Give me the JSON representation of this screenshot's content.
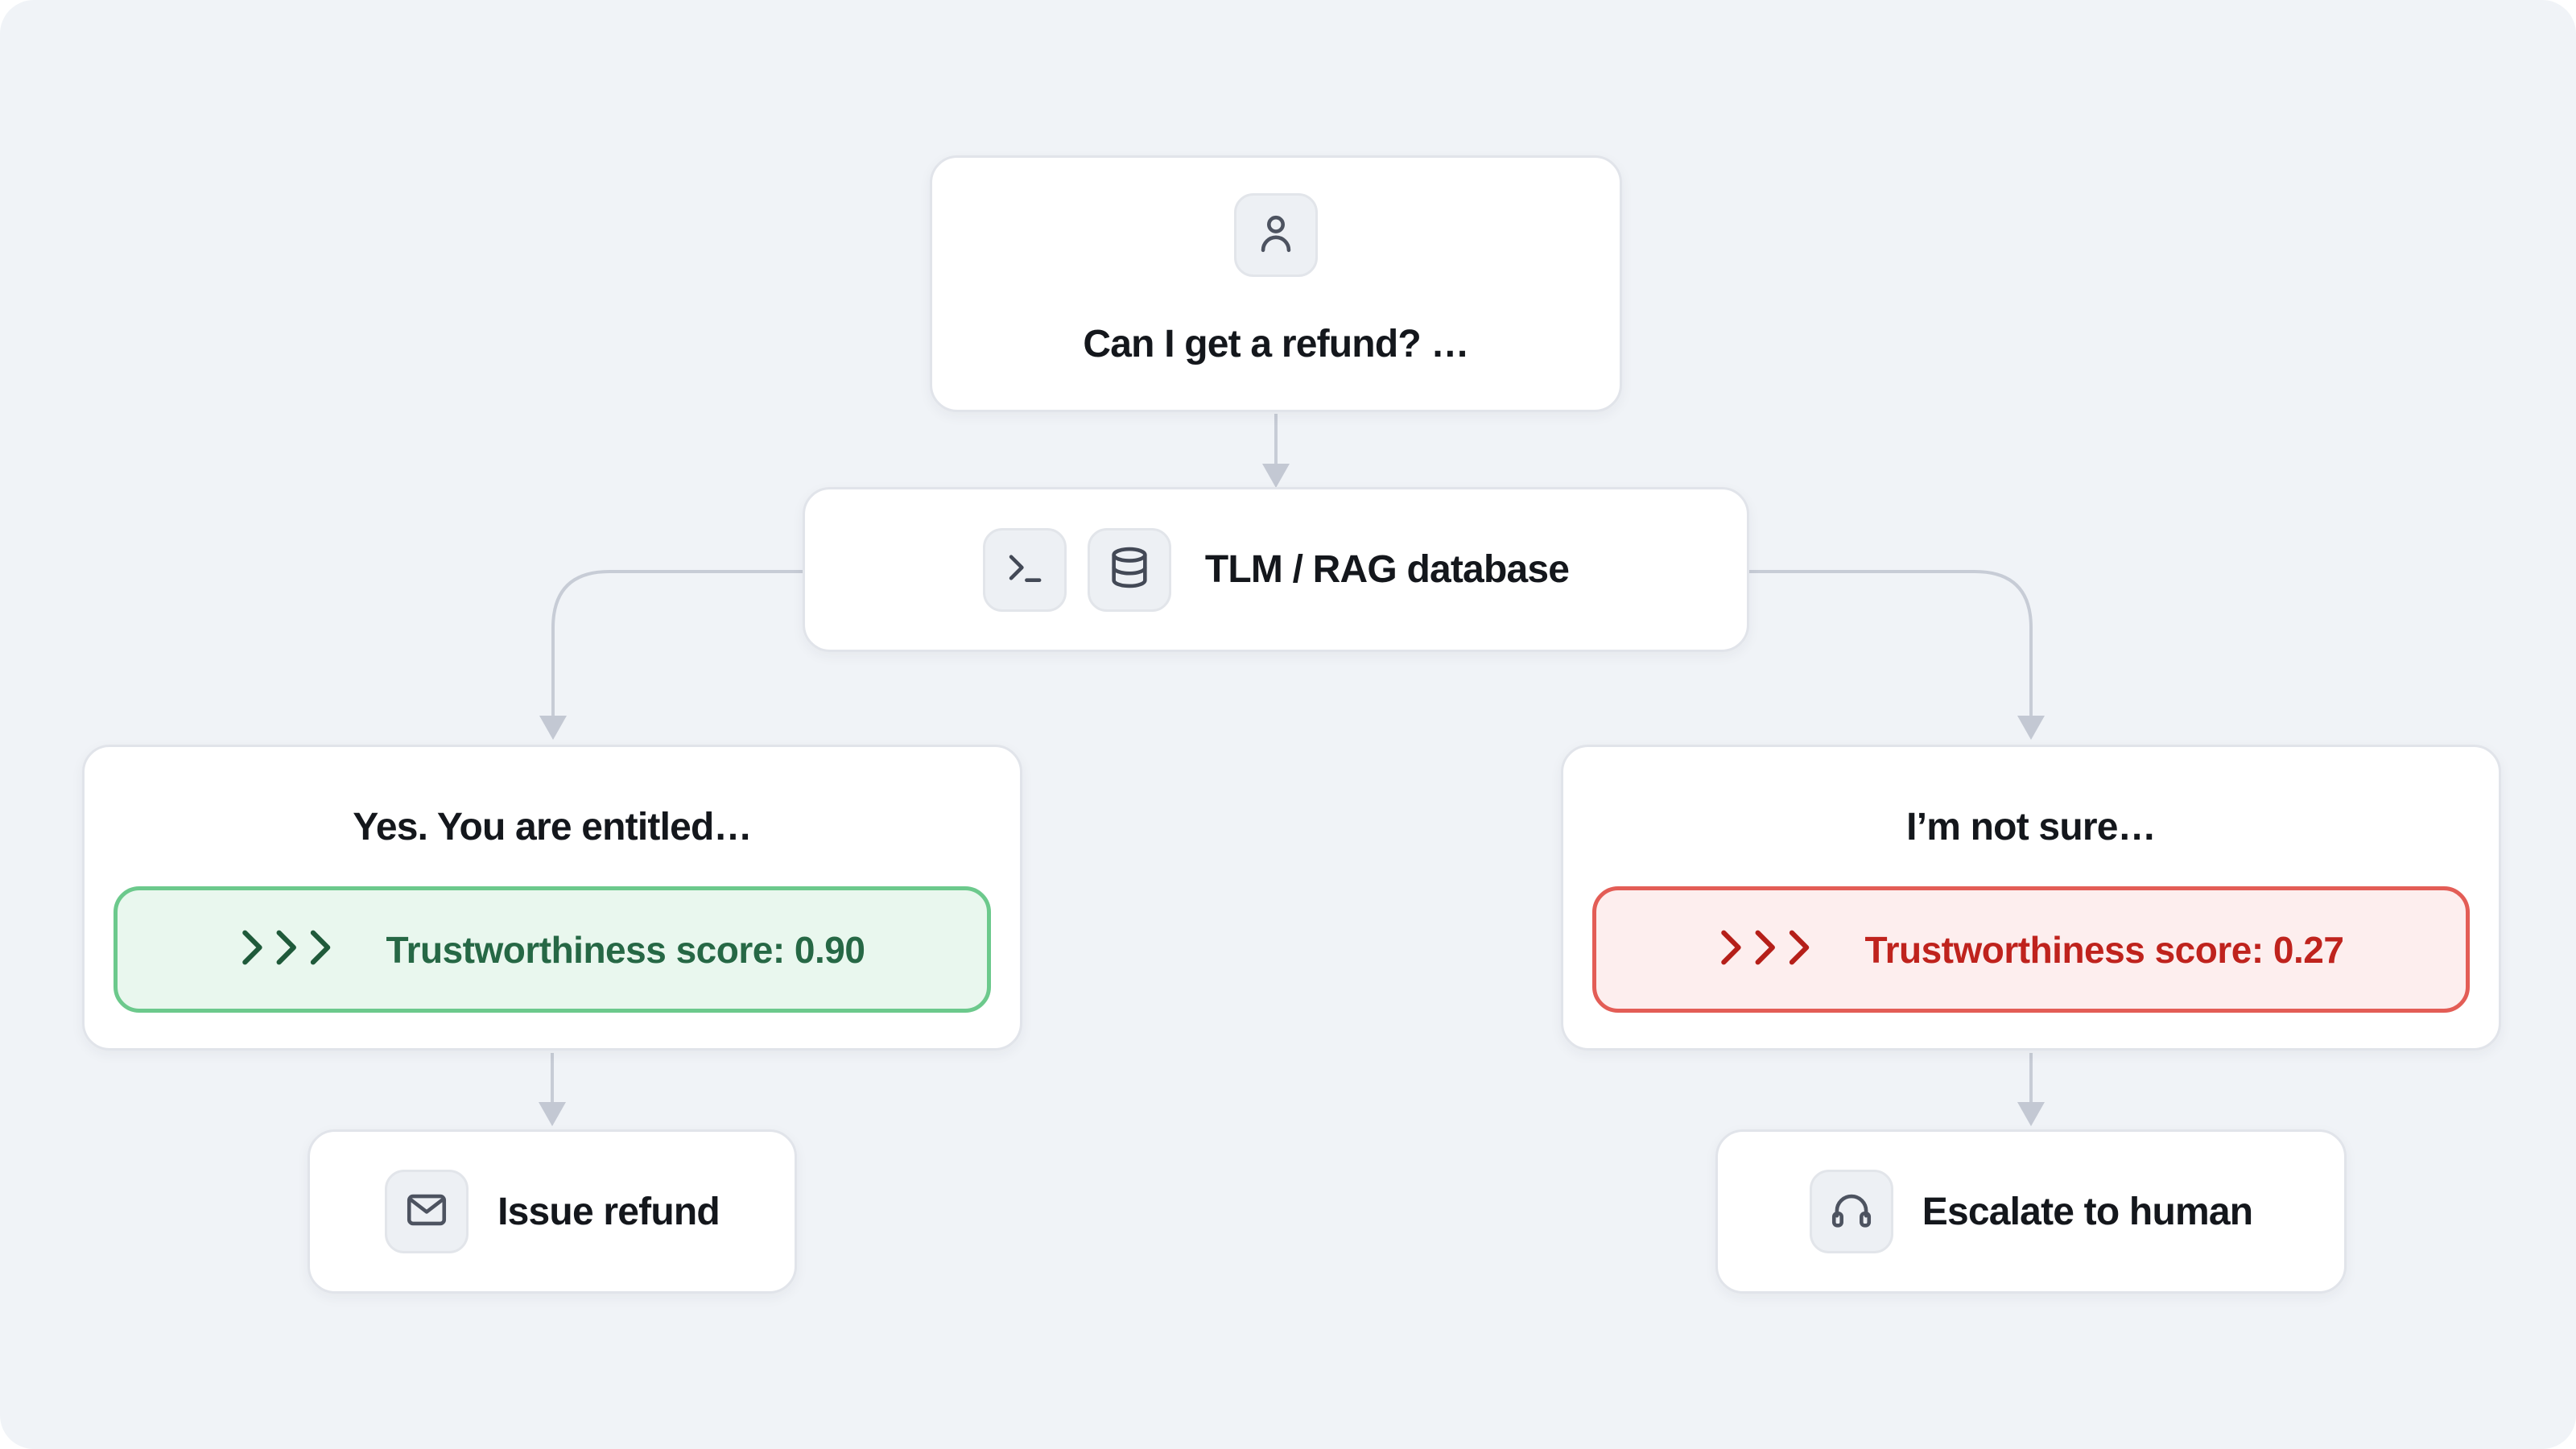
{
  "diagram": {
    "query": {
      "label": "Can I get a refund? …",
      "icon": "user-icon"
    },
    "process": {
      "label": "TLM / RAG database",
      "icons": [
        "terminal-icon",
        "database-icon"
      ]
    },
    "branch_confident": {
      "label": "Yes. You are entitled…",
      "badge": {
        "chevrons": "›››",
        "text": "Trustworthiness score: 0.90",
        "score": "0.90",
        "color": "green"
      }
    },
    "branch_uncertain": {
      "label": "I’m not sure…",
      "badge": {
        "chevrons": "›››",
        "text": "Trustworthiness score: 0.27",
        "score": "0.27",
        "color": "red"
      }
    },
    "action_confident": {
      "label": "Issue refund",
      "icon": "mail-icon"
    },
    "action_uncertain": {
      "label": "Escalate to human",
      "icon": "headphones-icon"
    }
  },
  "colors": {
    "canvas_bg": "#f0f3f7",
    "node_bg": "#ffffff",
    "node_border": "#e1e4ea",
    "chip_bg": "#edf0f4",
    "connector": "#c7ccd6",
    "icon": "#4d5360",
    "text": "#14171c",
    "green_border": "#6cc98c",
    "green_bg": "#e9f7ee",
    "green_text": "#266845",
    "red_border": "#e35d56",
    "red_bg": "#fdeeee",
    "red_text": "#bf231d"
  }
}
